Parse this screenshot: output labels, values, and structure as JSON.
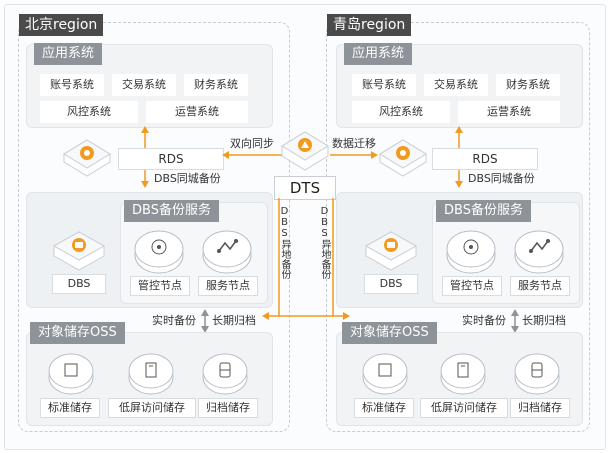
{
  "regions": [
    {
      "name": "北京region",
      "app_title": "应用系统",
      "apps": [
        "账号系统",
        "交易系统",
        "财务系统",
        "风控系统",
        "运营系统"
      ],
      "rds_label": "RDS",
      "dbs_backup_label": "DBS同城备份",
      "dbs_service_title": "DBS备份服务",
      "dbs_label": "DBS",
      "nodes": [
        "管控节点",
        "服务节点"
      ],
      "oss_title": "对象储存OSS",
      "storage": [
        "标准储存",
        "低屏访问储存",
        "归档储存"
      ]
    },
    {
      "name": "青岛region",
      "app_title": "应用系统",
      "apps": [
        "账号系统",
        "交易系统",
        "财务系统",
        "风控系统",
        "运营系统"
      ],
      "rds_label": "RDS",
      "dbs_backup_label": "DBS同城备份",
      "dbs_service_title": "DBS备份服务",
      "dbs_label": "DBS",
      "nodes": [
        "管控节点",
        "服务节点"
      ],
      "oss_title": "对象储存OSS",
      "storage": [
        "标准储存",
        "低屏访问储存",
        "归档储存"
      ]
    }
  ],
  "center": {
    "dts_label": "DTS",
    "sync_label": "双向同步",
    "migrate_label": "数据迁移",
    "offsite_left": "DBS异地备份",
    "offsite_right": "DBS异地备份",
    "realtime_backup": "实时备份",
    "long_term_archive": "长期归档"
  },
  "colors": {
    "accent": "#f29a1f",
    "region_tag": "#4a4a4a",
    "panel_title": "#8d9399"
  }
}
